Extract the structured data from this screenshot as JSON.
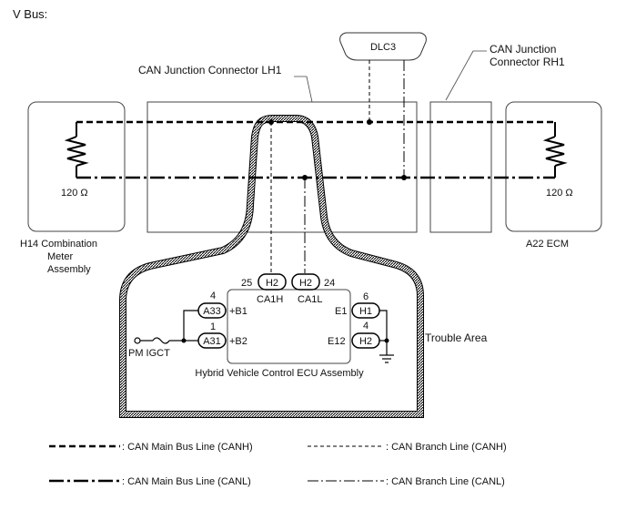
{
  "title": "V Bus:",
  "components": {
    "dlc3": "DLC3",
    "can_jc_lh1": "CAN Junction Connector LH1",
    "can_jc_rh1_line1": "CAN Junction",
    "can_jc_rh1_line2": "Connector RH1",
    "meter_line1": "H14  Combination",
    "meter_line2": "Meter",
    "meter_line3": "Assembly",
    "ecm": "A22  ECM",
    "hv_ecu": "Hybrid Vehicle Control ECU Assembly",
    "trouble_area": "Trouble Area",
    "power_source": "PM IGCT"
  },
  "resistors": {
    "left": "120 Ω",
    "right": "120 Ω"
  },
  "pins": {
    "ca1h_pin": "25",
    "ca1h_conn": "H2",
    "ca1h_label": "CA1H",
    "ca1l_pin": "24",
    "ca1l_conn": "H2",
    "ca1l_label": "CA1L",
    "b1_pin": "4",
    "b1_conn": "A33",
    "b1_label": "+B1",
    "b2_pin": "1",
    "b2_conn": "A31",
    "b2_label": "+B2",
    "e1_pin": "6",
    "e1_conn": "H1",
    "e1_label": "E1",
    "e12_pin": "4",
    "e12_conn": "H2",
    "e12_label": "E12"
  },
  "legend": {
    "main_canh": ": CAN Main Bus Line (CANH)",
    "branch_canh": ": CAN Branch Line (CANH)",
    "main_canl": ": CAN Main Bus Line (CANL)",
    "branch_canl": ": CAN Branch Line (CANL)"
  }
}
